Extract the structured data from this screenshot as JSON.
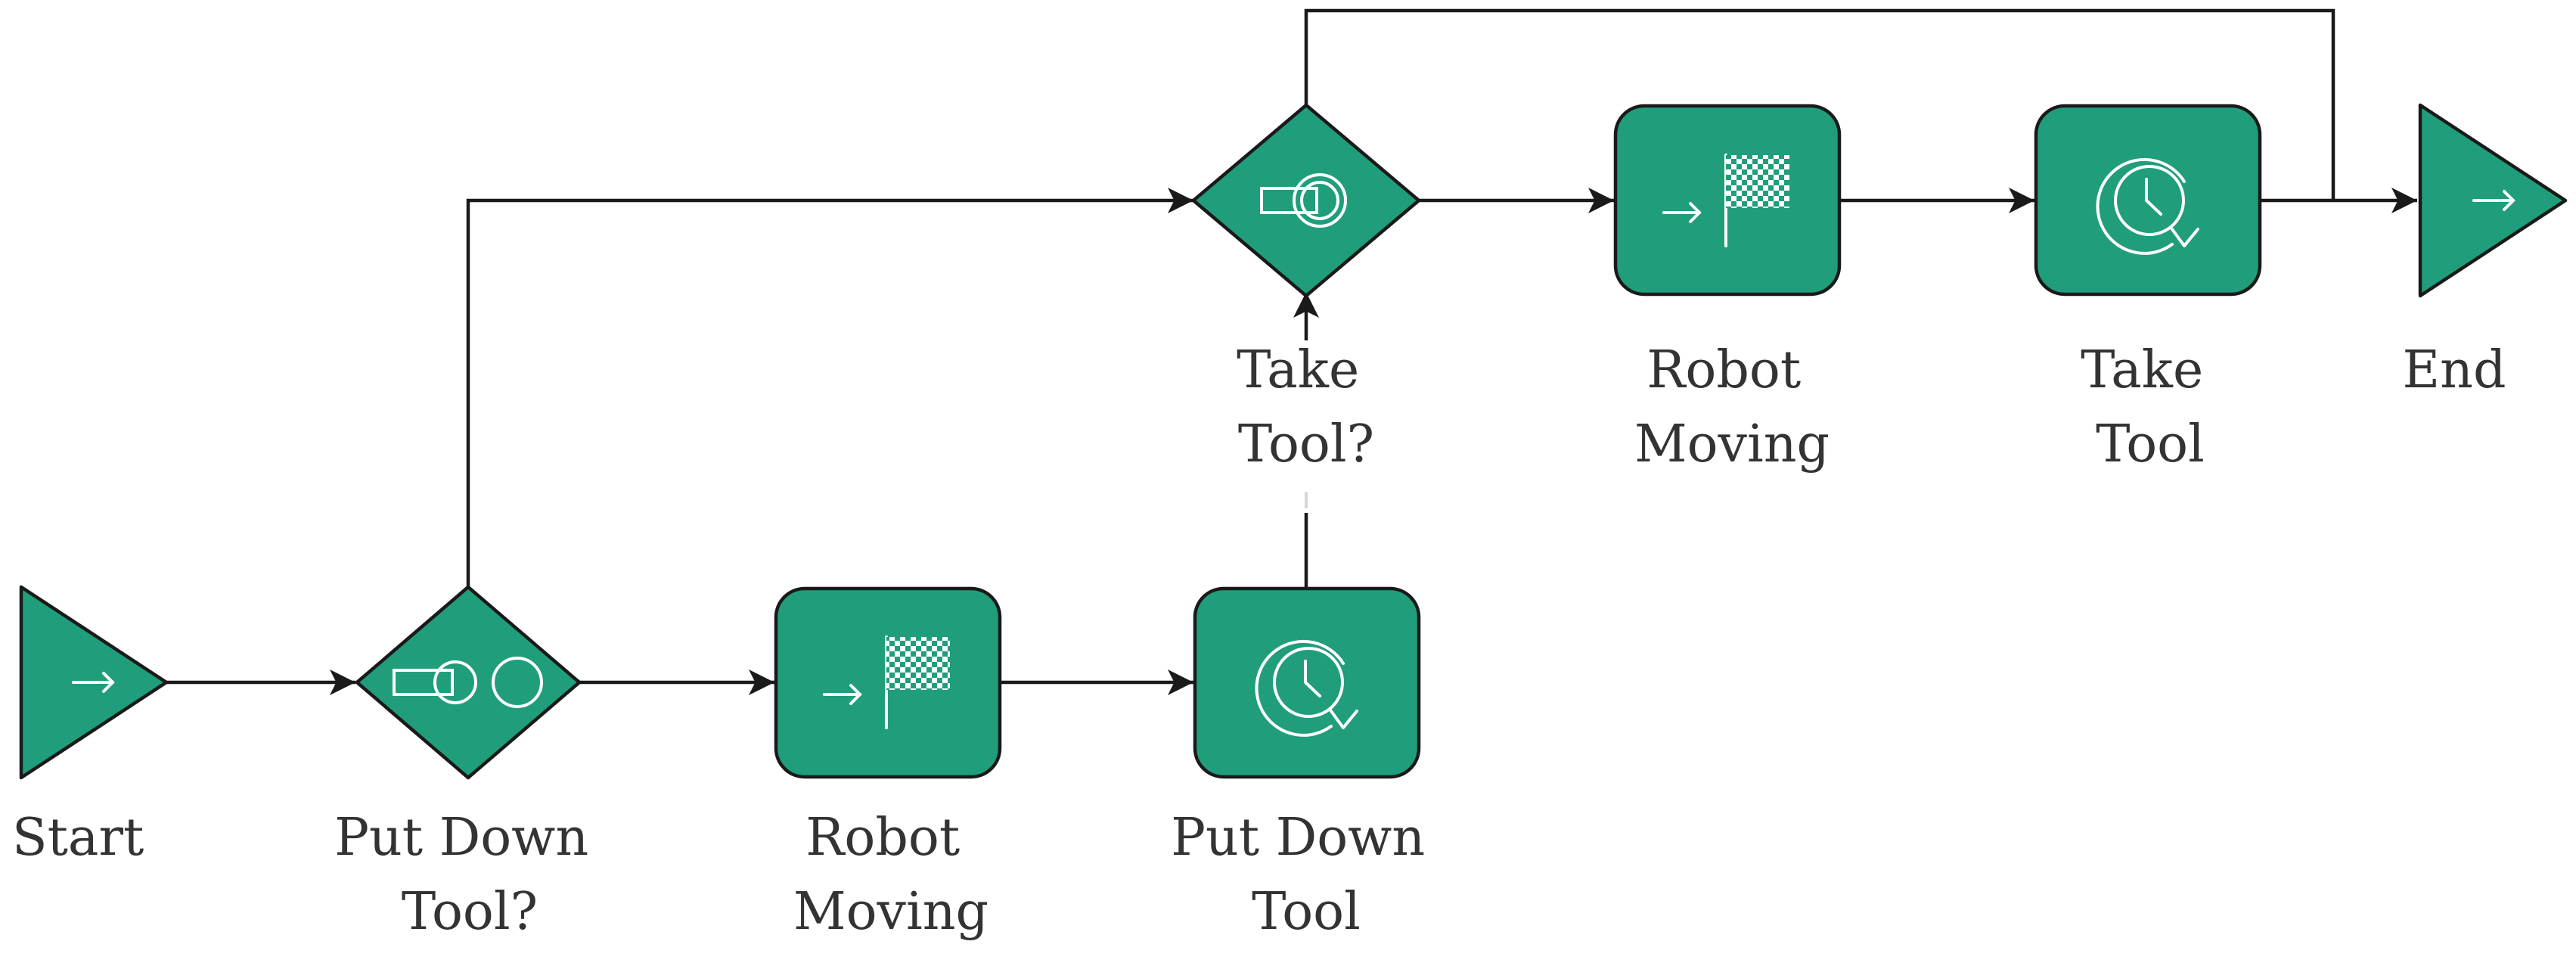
{
  "colors": {
    "node_fill": "#209e7c",
    "node_stroke": "#1a1a1a",
    "icon": "#ffffff",
    "edge": "#1a1a1a",
    "label": "#333333"
  },
  "nodes": [
    {
      "id": "start",
      "type": "start-event",
      "icon": "arrow-right-icon",
      "label_lines": [
        "Start"
      ]
    },
    {
      "id": "gw_putdown",
      "type": "gateway",
      "icon": "toggle-switch-icon",
      "label_lines": [
        "Put Down",
        "Tool?"
      ]
    },
    {
      "id": "robot_moving_1",
      "type": "task",
      "icon": "checkered-flag-icon",
      "label_lines": [
        "Robot",
        "Moving"
      ]
    },
    {
      "id": "put_down_tool",
      "type": "task",
      "icon": "clock-timer-icon",
      "label_lines": [
        "Put Down",
        "Tool"
      ]
    },
    {
      "id": "gw_take",
      "type": "gateway",
      "icon": "toggle-switch-icon",
      "label_lines": [
        "Take",
        "Tool?"
      ]
    },
    {
      "id": "robot_moving_2",
      "type": "task",
      "icon": "checkered-flag-icon",
      "label_lines": [
        "Robot",
        "Moving"
      ]
    },
    {
      "id": "take_tool",
      "type": "task",
      "icon": "clock-timer-icon",
      "label_lines": [
        "Take",
        "Tool"
      ]
    },
    {
      "id": "end",
      "type": "end-event",
      "icon": "arrow-right-icon",
      "label_lines": [
        "End"
      ]
    }
  ],
  "edges": [
    {
      "from": "start",
      "to": "gw_putdown"
    },
    {
      "from": "gw_putdown",
      "to": "robot_moving_1"
    },
    {
      "from": "robot_moving_1",
      "to": "put_down_tool"
    },
    {
      "from": "put_down_tool",
      "to": "gw_take"
    },
    {
      "from": "gw_putdown",
      "to": "gw_take"
    },
    {
      "from": "gw_take",
      "to": "robot_moving_2"
    },
    {
      "from": "robot_moving_2",
      "to": "take_tool"
    },
    {
      "from": "take_tool",
      "to": "end"
    },
    {
      "from": "gw_take",
      "to": "end"
    }
  ]
}
